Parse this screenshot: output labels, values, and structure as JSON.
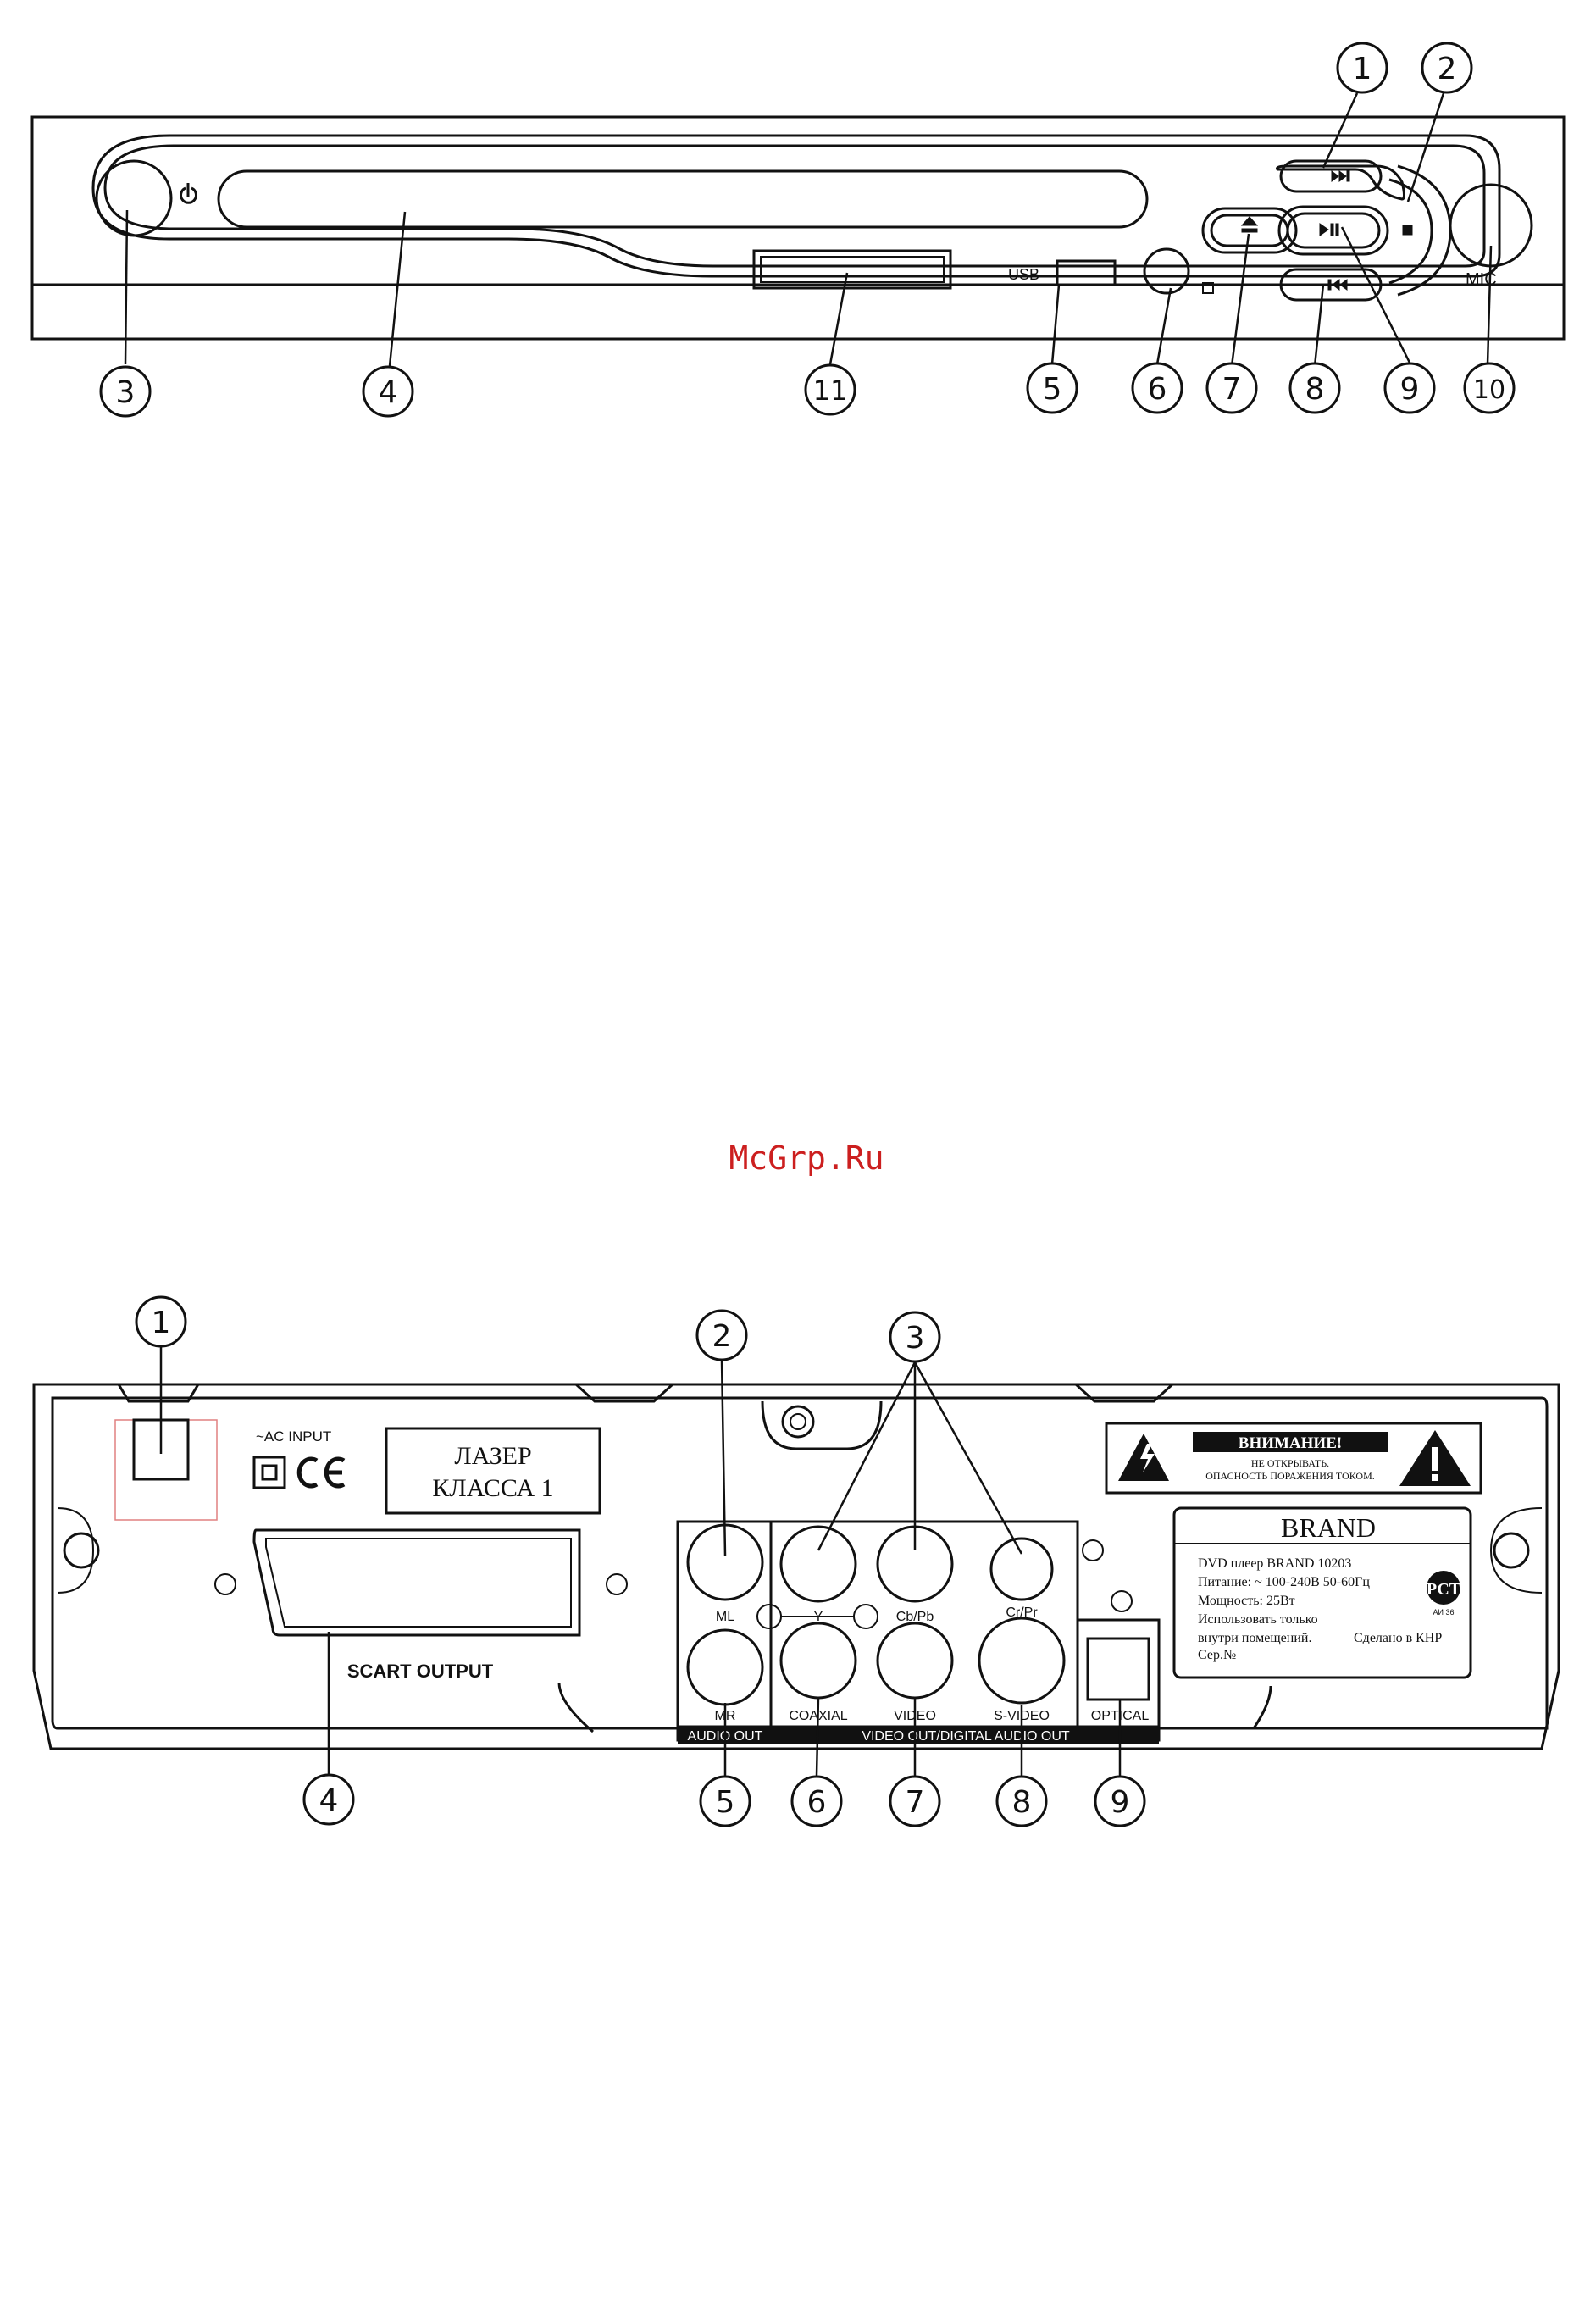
{
  "watermark": "McGrp.Ru",
  "colors": {
    "line": "#111111",
    "watermark": "#cc1f1f",
    "ac_box": "#e08080"
  },
  "front_panel": {
    "usb_label": "USB",
    "mic_label": "MIC",
    "icons": [
      "power-icon",
      "next-icon",
      "stop-icon",
      "eject-icon",
      "play-pause-icon",
      "prev-icon",
      "ir-sensor-icon"
    ],
    "callouts": [
      "1",
      "2",
      "3",
      "4",
      "5",
      "6",
      "7",
      "8",
      "9",
      "10",
      "11"
    ]
  },
  "rear_panel": {
    "ac_input_label": "~AC INPUT",
    "laser_label_line1": "ЛАЗЕР",
    "laser_label_line2": "КЛАССА 1",
    "scart_label": "SCART OUTPUT",
    "jack_labels": {
      "ml": "ML",
      "mr": "MR",
      "y": "Y",
      "cb_pb": "Cb/Pb",
      "cr_pr": "Cr/Pr",
      "coaxial": "COAXIAL",
      "video": "VIDEO",
      "s_video": "S-VIDEO",
      "optical": "OPTICAL"
    },
    "audio_out_label": "AUDIO OUT",
    "video_out_label": "VIDEO OUT/DIGITAL AUDIO OUT",
    "warning_title": "ВНИМАНИЕ!",
    "warning_line1": "НЕ ОТКРЫВАТЬ.",
    "warning_line2": "ОПАСНОСТЬ ПОРАЖЕНИЯ ТОКОМ.",
    "brand": "BRAND",
    "spec_lines": [
      "DVD плеер BRAND 10203",
      "Питание: ~ 100-240В 50-60Гц",
      "Мощность: 25Вт",
      "Использовать только",
      "внутри помещений."
    ],
    "made_in": "Сделано в КНР",
    "serial": "Сер.№",
    "cert_mark": "АИ 36",
    "callouts": [
      "1",
      "2",
      "3",
      "4",
      "5",
      "6",
      "7",
      "8",
      "9"
    ]
  }
}
